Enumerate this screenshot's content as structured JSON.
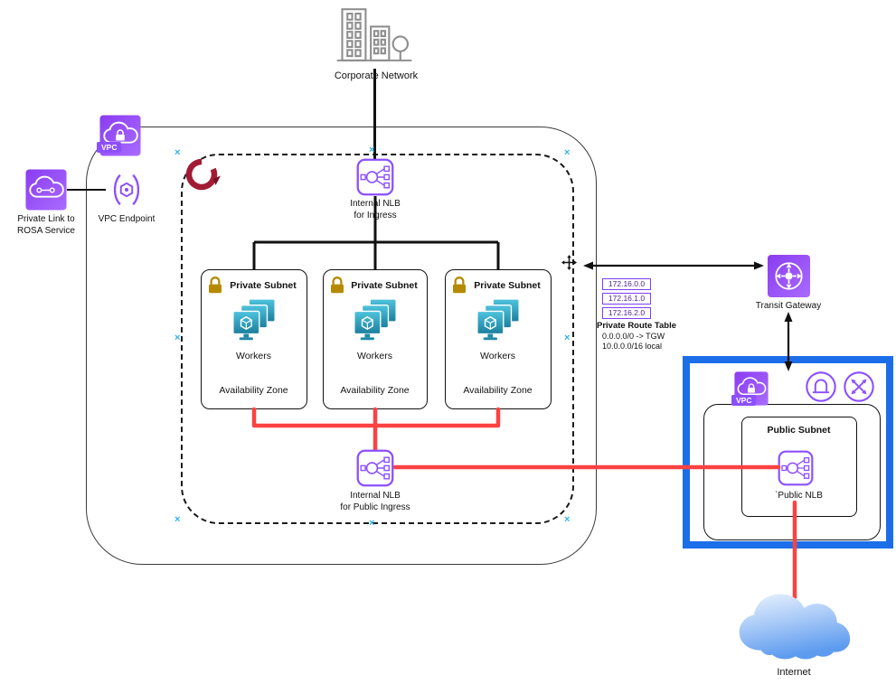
{
  "diagram": {
    "corporate_network": {
      "label": "Corporate Network"
    },
    "vpc": {
      "tag": "VPC"
    },
    "private_link": {
      "label": "Private Link to\nROSA Service"
    },
    "vpc_endpoint": {
      "label": "VPC Endpoint"
    },
    "nlb_ingress": {
      "label": "Internal NLB\nfor Ingress"
    },
    "nlb_public_ingress": {
      "label": "Internal NLB\nfor Public Ingress"
    },
    "subnets": [
      {
        "title": "Private Subnet",
        "workers_label": "Workers",
        "zone_label": "Availability Zone"
      },
      {
        "title": "Private Subnet",
        "workers_label": "Workers",
        "zone_label": "Availability Zone"
      },
      {
        "title": "Private Subnet",
        "workers_label": "Workers",
        "zone_label": "Availability Zone"
      }
    ],
    "route_table": {
      "cidrs": [
        "172.16.0.0",
        "172.16.1.0",
        "172.16.2.0"
      ],
      "title": "Private Route Table",
      "routes": [
        "0.0.0.0/0 -> TGW",
        "10.0.0.0/16 local"
      ]
    },
    "transit_gateway": {
      "label": "Transit Gateway"
    },
    "public_vpc": {
      "tag": "VPC",
      "subnet_title": "Public Subnet",
      "nlb_label": "`Public NLB"
    },
    "internet": {
      "label": "Internet"
    },
    "handles": {
      "x_glyph": "×"
    },
    "colors": {
      "aws_purple": "#8C4FFF",
      "connector_red": "#FB4242",
      "frame_blue": "#1C6EE8",
      "lock_gold": "#B58A00",
      "worker_teal": "#2AA5BF",
      "openshift_red": "#A21B35",
      "handle_cyan": "#2FB3E6"
    }
  }
}
